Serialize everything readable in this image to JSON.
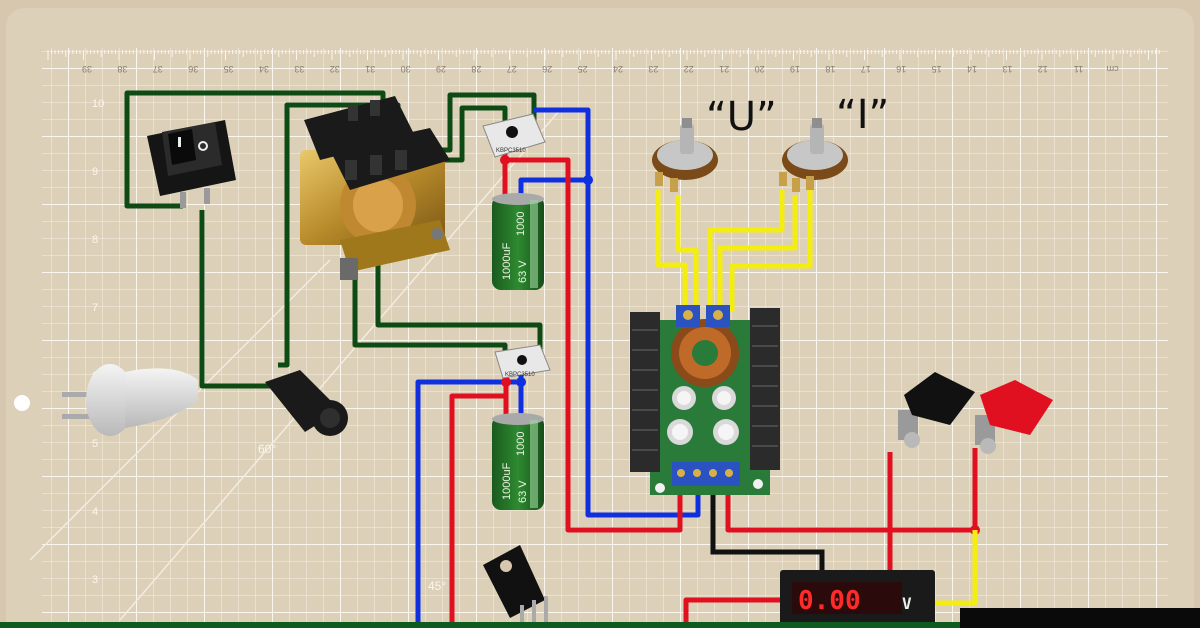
{
  "labels": {
    "pot_u": "“U”",
    "pot_i": "“I”",
    "cap_value": "1000uF",
    "cap_rating": "63 V",
    "cap_side": "1000",
    "meter_reading": "0.00",
    "meter_unit": "V",
    "meter_bottom": "0.00",
    "angle_60": "60°",
    "angle_45": "45°",
    "bridge_text": "KBPC3510"
  },
  "ruler": {
    "top_numbers": [
      "39",
      "38",
      "37",
      "36",
      "35",
      "34",
      "33",
      "32",
      "31",
      "30",
      "29",
      "28",
      "27",
      "26",
      "25",
      "24",
      "23",
      "22",
      "21",
      "20",
      "19",
      "18",
      "17",
      "16",
      "15",
      "14",
      "13",
      "12",
      "11",
      "cm"
    ],
    "left_numbers": [
      "10",
      "9",
      "8",
      "7",
      "6",
      "5",
      "4",
      "3"
    ]
  },
  "colors": {
    "board": "#ddd0b8",
    "grid": "#f3ece0",
    "wire_green": "#0d4a14",
    "wire_blue": "#1030e0",
    "wire_red": "#e01020",
    "wire_yellow": "#f3ee10",
    "wire_black": "#111111",
    "pcb_green": "#2a7a3a"
  }
}
